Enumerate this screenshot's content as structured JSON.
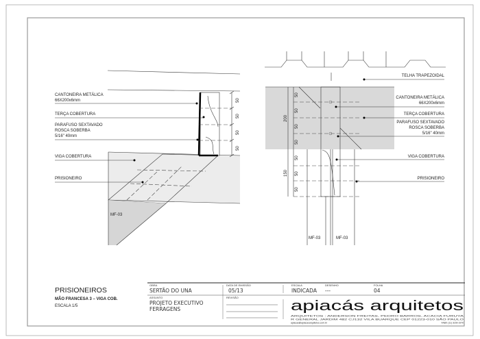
{
  "sheet": {
    "title": "PRISIONEIROS",
    "subtitle": "MÃO FRANCESA 3 – VIGA COB.",
    "scale": "ESCALA 1/5"
  },
  "left_detail": {
    "labels": {
      "cantoneira_1": "CANTONEIRA METÁLICA",
      "cantoneira_2": "66X200x6mm",
      "terca": "TERÇA COBERTURA",
      "parafuso_1": "PARAFUSO SEXTAVADO",
      "parafuso_2": "ROSCA SOBERBA",
      "parafuso_3": "5/16\"  40mm",
      "viga": "VIGA COBERTURA",
      "prisioneiro": "PRISIONEIRO",
      "mf": "MF-03"
    },
    "dims": [
      "50",
      "50",
      "50",
      "50"
    ]
  },
  "right_detail": {
    "labels": {
      "telha": "TELHA TRAPEZOIDAL",
      "cantoneira_1": "CANTONEIRA METÁLICA",
      "cantoneira_2": "66X200x6mm",
      "terca": "TERÇA COBERTURA",
      "parafuso_1": "PARAFUSO SEXTAVADO",
      "parafuso_2": "ROSCA SOBERBA",
      "parafuso_3": "5/16\"  40mm",
      "viga": "VIGA COBERTURA",
      "prisioneiro": "PRISIONEIRO",
      "mf_left": "MF-03",
      "mf_right": "MF-03"
    },
    "dims_upper": [
      "50",
      "50",
      "50",
      "50"
    ],
    "dim_upper_total": "200",
    "dims_lower": [
      "50",
      "50",
      "50"
    ],
    "dim_lower_total": "150"
  },
  "title_block": {
    "obra_label": "OBRA",
    "obra": "SERTÃO DO UNA",
    "data_label": "DATA DE EMISSÃO",
    "data": "05/13",
    "escala_label": "ESCALA",
    "escala": "INDICADA",
    "desenho_label": "DESENHO",
    "desenho": "---",
    "folha_label": "FOLHA",
    "folha": "04",
    "assunto_label": "ASSUNTO",
    "assunto_1": "PROJETO EXECUTIVO",
    "assunto_2": "FERRAGENS",
    "revisao_label": "REVISÃO",
    "firm": "apiacás arquitetos",
    "firm_line_1": "ARQUITETOS :  ANDERSON  FREITAS,  PEDRO  BARROS,  ACACIA  FURUYA",
    "firm_line_2": "R GENERAL JARDIM 482 CJ132 VILA BUARQUE CEP 01223-010 SÃO PAULO",
    "firm_line_3": "apiacas@apiacasarquitetos.com.br",
    "firm_phone": "FABX (11) 3159 1970"
  },
  "colors": {
    "beam": "#ececec",
    "member": "#d6d6d6",
    "block": "#d9d9d9"
  }
}
